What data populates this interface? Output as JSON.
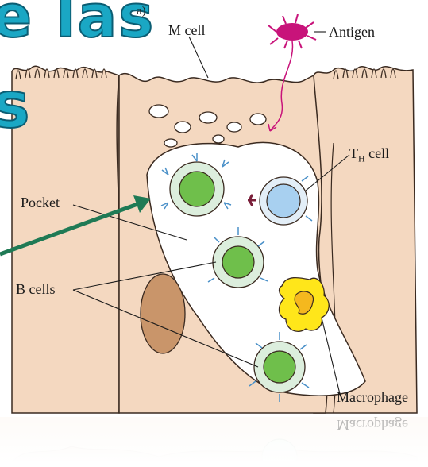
{
  "panel_letter": "a)",
  "title_fragment_top": "e las",
  "title_fragment_left": "s",
  "labels": {
    "m_cell": "M cell",
    "antigen": "Antigen",
    "th_cell_main": "T",
    "th_cell_sub": "H",
    "th_cell_suffix": " cell",
    "pocket": "Pocket",
    "b_cells": "B cells",
    "macrophage": "Macrophage"
  },
  "reflection_text": "Macrophage",
  "colors": {
    "epithelium": "#f4d8c0",
    "outline": "#3a2a20",
    "pocket": "#ffffff",
    "b_cell_halo": "#dceedd",
    "b_cell_nucleus": "#6fbf4b",
    "th_cell_nucleus": "#a8d0f0",
    "antigen": "#c8137a",
    "macrophage": "#ffe61a",
    "macrophage_nucleus": "#f5b81e",
    "nucleus_brown": "#c9956a",
    "arrow": "#1f7a55",
    "title": "#1aa7c4"
  }
}
